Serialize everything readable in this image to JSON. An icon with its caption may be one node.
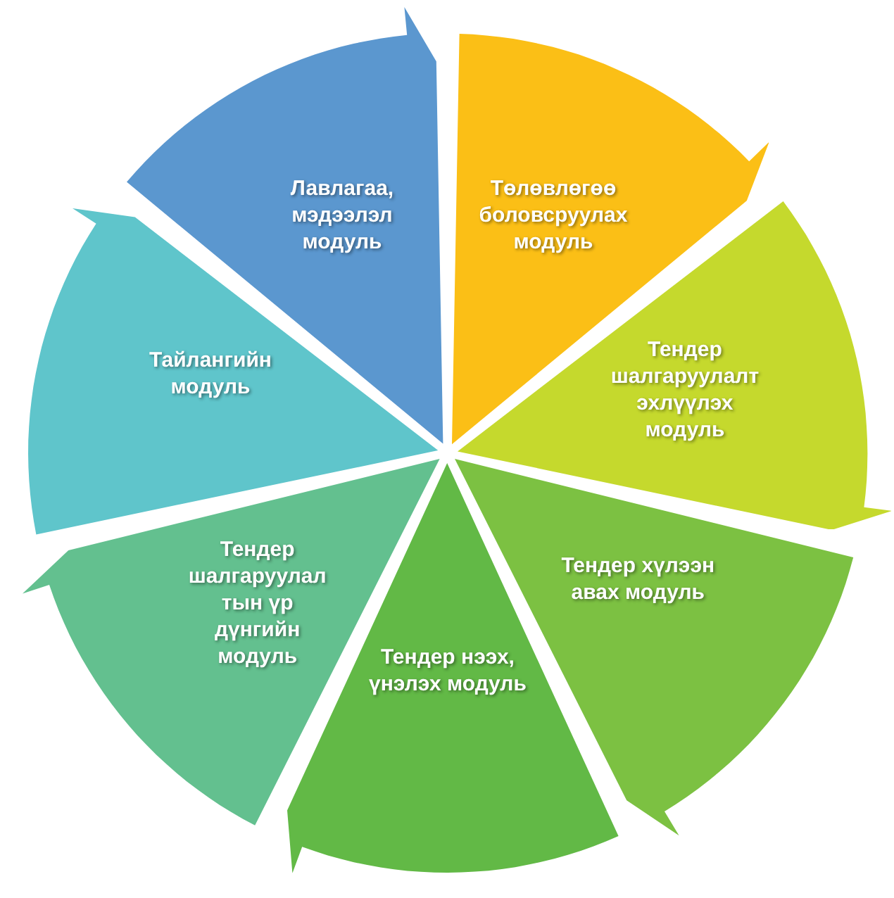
{
  "diagram": {
    "nodes": [
      {
        "text": [
          "Төлөвлөгөө боловсруулах модуль"
        ]
      },
      {
        "text": [
          "Тендер шалгаруулалт эхлүүлэх модуль"
        ]
      },
      {
        "text": [
          "Тендер хүлээн авах модуль"
        ]
      },
      {
        "text": [
          "Тендер нээх, үнэлэх модуль"
        ]
      },
      {
        "text": [
          "Тендер шалгаруулал тын үр дүнгийн модуль"
        ]
      },
      {
        "text": [
          "Тайлангийн модуль"
        ]
      },
      {
        "text": [
          "Лавлагаа, мэдээлэл модуль"
        ]
      }
    ]
  }
}
